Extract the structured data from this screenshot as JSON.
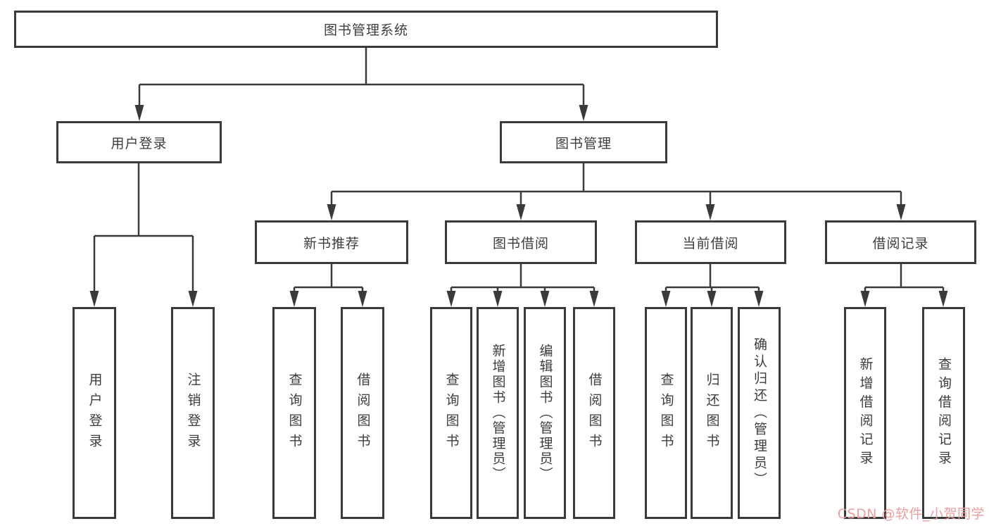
{
  "diagram": {
    "root": {
      "label": "图书管理系统"
    },
    "level2": [
      {
        "label": "用户登录"
      },
      {
        "label": "图书管理"
      }
    ],
    "level3": [
      {
        "label": "新书推荐"
      },
      {
        "label": "图书借阅"
      },
      {
        "label": "当前借阅"
      },
      {
        "label": "借阅记录"
      }
    ],
    "leaves": {
      "user_login": [
        {
          "label": "用户登录"
        },
        {
          "label": "注销登录"
        }
      ],
      "new_book": [
        {
          "label": "查询图书"
        },
        {
          "label": "借阅图书"
        }
      ],
      "borrow": [
        {
          "label": "查询图书"
        },
        {
          "label": "新增图书（管理员）"
        },
        {
          "label": "编辑图书（管理员）"
        },
        {
          "label": "借阅图书"
        }
      ],
      "current": [
        {
          "label": "查询图书"
        },
        {
          "label": "归还图书"
        },
        {
          "label": "确认归还（管理员）"
        }
      ],
      "records": [
        {
          "label": "新增借阅记录"
        },
        {
          "label": "查询借阅记录"
        }
      ]
    },
    "watermark": "CSDN @软件_小贺同学",
    "colors": {
      "line": "#3a3a3a",
      "text": "#3d3d3d",
      "watermark": "#ec9f9f",
      "background": "#ffffff"
    }
  }
}
